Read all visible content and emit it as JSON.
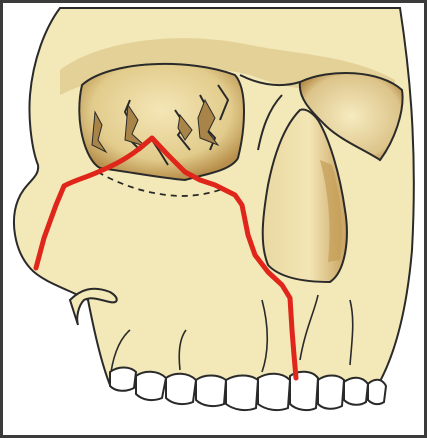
{
  "figure": {
    "subject": "skull-anterior-oblique-illustration",
    "colors": {
      "background": "#ffffff",
      "frame": "#3b3b3b",
      "bone": "#f3e8b8",
      "bone_shade": "#b88f4c",
      "orbit_fill": "#f6ebbf",
      "outline": "#2a2a2a",
      "fracture_line": "#e0261b",
      "teeth": "#ffffff"
    },
    "icons": [
      "skull-illustration",
      "fracture-line"
    ]
  }
}
